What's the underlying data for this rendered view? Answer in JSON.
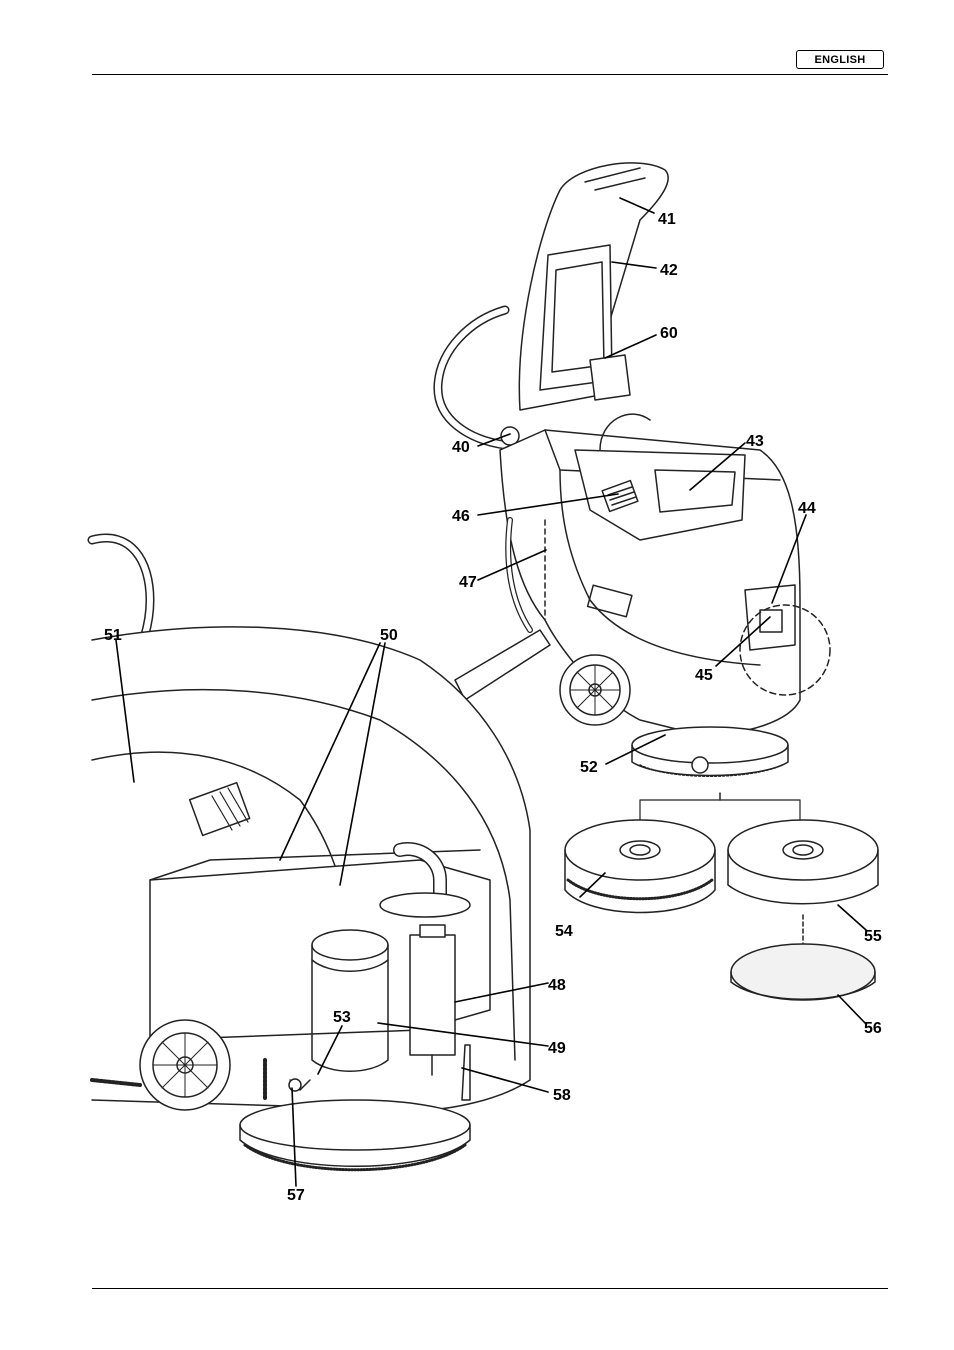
{
  "header": {
    "language_badge": "ENGLISH"
  },
  "callouts": {
    "c40": "40",
    "c41": "41",
    "c42": "42",
    "c43": "43",
    "c44": "44",
    "c45": "45",
    "c46": "46",
    "c47": "47",
    "c48": "48",
    "c49": "49",
    "c50": "50",
    "c51": "51",
    "c52": "52",
    "c53": "53",
    "c54": "54",
    "c55": "55",
    "c56": "56",
    "c57": "57",
    "c58": "58",
    "c60": "60"
  }
}
